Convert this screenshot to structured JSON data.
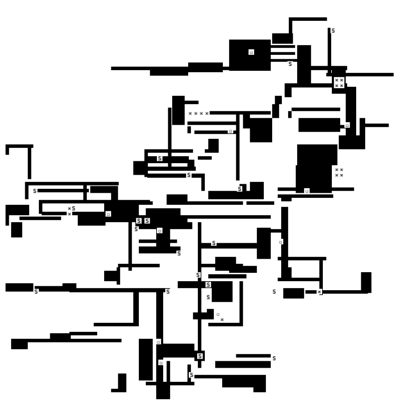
{
  "board": {
    "background_color": "#ffffff",
    "wall_color": "#000000",
    "glyph_color": "#000000",
    "markers": [
      {
        "type": "stair",
        "symbol": "S"
      },
      {
        "type": "stair",
        "symbol": "S"
      },
      {
        "type": "stair",
        "symbol": "S"
      },
      {
        "type": "stair",
        "symbol": "S"
      },
      {
        "type": "stair",
        "symbol": "S"
      },
      {
        "type": "stair",
        "symbol": "S"
      },
      {
        "type": "stair",
        "symbol": "S"
      },
      {
        "type": "stair",
        "symbol": "S"
      },
      {
        "type": "stair",
        "symbol": "S"
      },
      {
        "type": "stair",
        "symbol": "S"
      },
      {
        "type": "stair",
        "symbol": "S"
      },
      {
        "type": "stair",
        "symbol": "S"
      },
      {
        "type": "stair",
        "symbol": "S"
      },
      {
        "type": "stair",
        "symbol": "S"
      },
      {
        "type": "stair",
        "symbol": "S"
      },
      {
        "type": "stair",
        "symbol": "S"
      },
      {
        "type": "stair",
        "symbol": "S"
      },
      {
        "type": "stair",
        "symbol": "S"
      },
      {
        "type": "stair",
        "symbol": "S"
      },
      {
        "type": "stair",
        "symbol": "S"
      },
      {
        "type": "stair",
        "symbol": "S"
      },
      {
        "type": "trap",
        "symbol": "×"
      },
      {
        "type": "trap",
        "symbol": "×"
      },
      {
        "type": "trap",
        "symbol": "×"
      },
      {
        "type": "trap",
        "symbol": "×"
      },
      {
        "type": "trap",
        "symbol": "×"
      },
      {
        "type": "trap",
        "symbol": "×"
      },
      {
        "type": "trap",
        "symbol": "×"
      },
      {
        "type": "trap",
        "symbol": "×"
      },
      {
        "type": "trap",
        "symbol": "×"
      },
      {
        "type": "trap",
        "symbol": "×"
      },
      {
        "type": "trap",
        "symbol": "×"
      },
      {
        "type": "trap",
        "symbol": "×"
      },
      {
        "type": "trap",
        "symbol": "×"
      },
      {
        "type": "trap",
        "symbol": "×"
      },
      {
        "type": "trap",
        "symbol": "×"
      },
      {
        "type": "trap",
        "symbol": "×"
      },
      {
        "type": "chest",
        "symbol": "▫"
      },
      {
        "type": "chest",
        "symbol": "▫"
      },
      {
        "type": "chest",
        "symbol": "▫"
      },
      {
        "type": "chest",
        "symbol": "▫"
      },
      {
        "type": "chest",
        "symbol": "▫"
      },
      {
        "type": "chest",
        "symbol": "▫"
      },
      {
        "type": "chest",
        "symbol": "▫"
      },
      {
        "type": "chest",
        "symbol": "▫"
      },
      {
        "type": "chest",
        "symbol": "▫"
      },
      {
        "type": "chest",
        "symbol": "▫"
      }
    ]
  }
}
